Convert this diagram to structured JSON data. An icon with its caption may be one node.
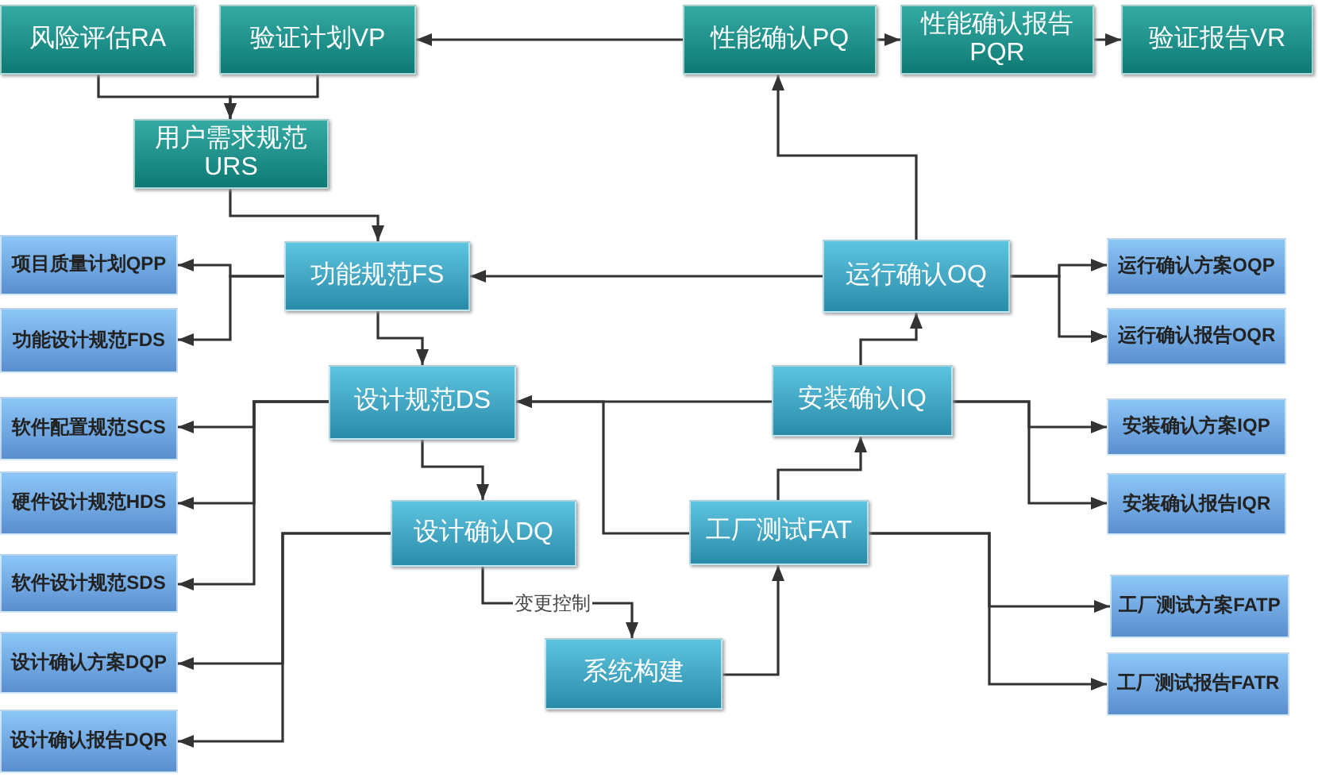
{
  "diagram": {
    "nodes": [
      {
        "text": [
          "风险评估RA"
        ]
      },
      {
        "text": [
          "验证计划VP"
        ]
      },
      {
        "text": [
          "性能确认PQ"
        ]
      },
      {
        "text": [
          "性能确认报告 PQR"
        ]
      },
      {
        "text": [
          "验证报告VR"
        ]
      },
      {
        "text": [
          "用户需求规范 URS"
        ]
      },
      {
        "text": [
          "功能规范FS"
        ]
      },
      {
        "text": [
          "运行确认OQ"
        ]
      },
      {
        "text": [
          "项目质量计划QPP"
        ]
      },
      {
        "text": [
          "功能设计规范FDS"
        ]
      },
      {
        "text": [
          "运行确认方案OQP"
        ]
      },
      {
        "text": [
          "运行确认报告OQR"
        ]
      },
      {
        "text": [
          "设计规范DS"
        ]
      },
      {
        "text": [
          "安装确认IQ"
        ]
      },
      {
        "text": [
          "软件配置规范SCS"
        ]
      },
      {
        "text": [
          "硬件设计规范HDS"
        ]
      },
      {
        "text": [
          "软件设计规范SDS"
        ]
      },
      {
        "text": [
          "设计确认DQ"
        ]
      },
      {
        "text": [
          "工厂测试FAT"
        ]
      },
      {
        "text": [
          "安装确认方案IQP"
        ]
      },
      {
        "text": [
          "安装确认报告IQR"
        ]
      },
      {
        "text": [
          "设计确认方案DQP"
        ]
      },
      {
        "text": [
          "设计确认报告DQR"
        ]
      },
      {
        "text": [
          "系统构建"
        ]
      },
      {
        "text": [
          "工厂测试方案FATP"
        ]
      },
      {
        "text": [
          "工厂测试报告FATR"
        ]
      }
    ],
    "edges": [
      {
        "from": 0,
        "to": 5,
        "arrow": "to"
      },
      {
        "from": 1,
        "to": 5,
        "arrow": "to"
      },
      {
        "from": 2,
        "to": 1,
        "arrow": "to"
      },
      {
        "from": 2,
        "to": 3,
        "arrow": "to"
      },
      {
        "from": 3,
        "to": 4,
        "arrow": "to"
      },
      {
        "from": 5,
        "to": 6,
        "arrow": "to"
      },
      {
        "from": 6,
        "to": 8,
        "arrow": "to"
      },
      {
        "from": 6,
        "to": 9,
        "arrow": "to"
      },
      {
        "from": 7,
        "to": 2,
        "arrow": "to"
      },
      {
        "from": 7,
        "to": 6,
        "arrow": "to"
      },
      {
        "from": 7,
        "to": 10,
        "arrow": "to"
      },
      {
        "from": 7,
        "to": 11,
        "arrow": "to"
      },
      {
        "from": 6,
        "to": 12,
        "arrow": "to"
      },
      {
        "from": 12,
        "to": 14,
        "arrow": "to"
      },
      {
        "from": 12,
        "to": 15,
        "arrow": "to"
      },
      {
        "from": 12,
        "to": 16,
        "arrow": "to"
      },
      {
        "from": 12,
        "to": 17,
        "arrow": "to"
      },
      {
        "from": 13,
        "to": 12,
        "arrow": "to"
      },
      {
        "from": 18,
        "to": 12,
        "arrow": "to"
      },
      {
        "from": 13,
        "to": 7,
        "arrow": "to"
      },
      {
        "from": 13,
        "to": 19,
        "arrow": "to"
      },
      {
        "from": 13,
        "to": 20,
        "arrow": "to"
      },
      {
        "from": 17,
        "to": 21,
        "arrow": "to"
      },
      {
        "from": 17,
        "to": 22,
        "arrow": "to"
      },
      {
        "from": 17,
        "to": 23,
        "label": "变更控制",
        "arrow": "to"
      },
      {
        "from": 23,
        "to": 18,
        "arrow": "to"
      },
      {
        "from": 18,
        "to": 13,
        "arrow": "to"
      },
      {
        "from": 18,
        "to": 24,
        "arrow": "to"
      },
      {
        "from": 18,
        "to": 25,
        "arrow": "to"
      }
    ]
  }
}
